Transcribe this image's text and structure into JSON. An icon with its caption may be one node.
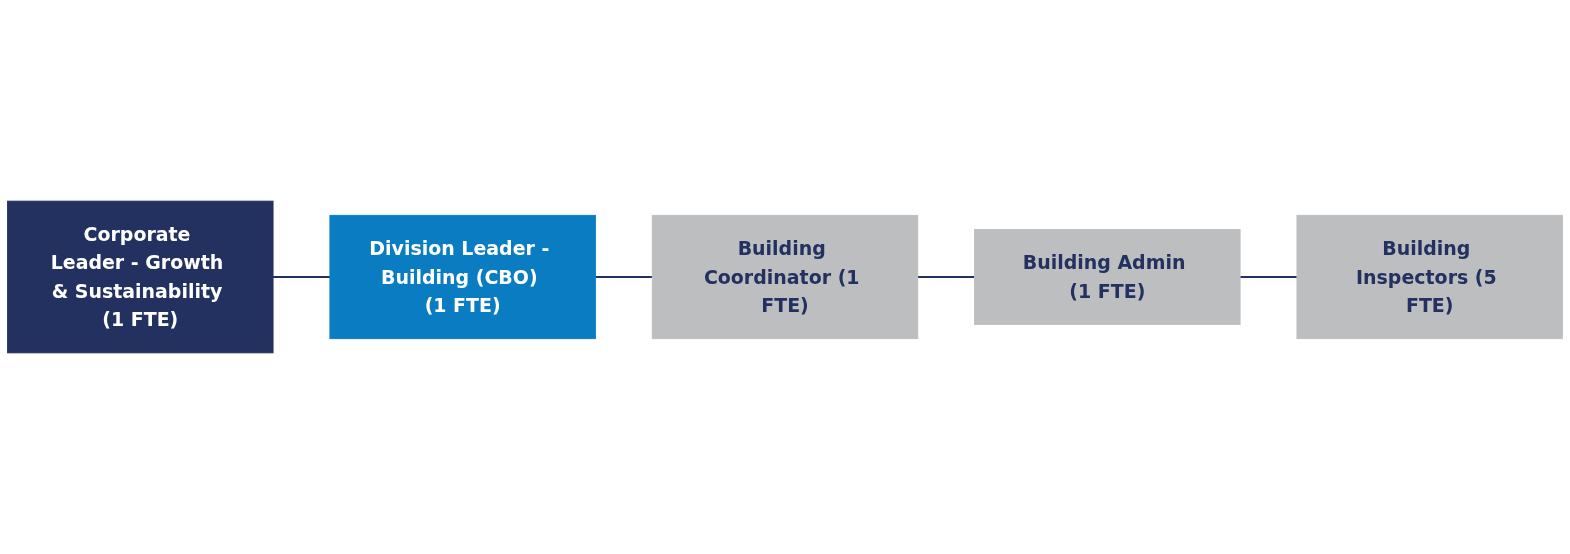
{
  "diagram": {
    "nodes": [
      {
        "text": [
          "Corporate Leader - Growth & Sustainability (1 FTE)"
        ]
      },
      {
        "text": [
          "Division Leader - Building (CBO) (1 FTE)"
        ]
      },
      {
        "text": [
          "Building Coordinator (1 FTE)"
        ]
      },
      {
        "text": [
          "Building Admin (1 FTE)"
        ]
      },
      {
        "text": [
          "Building Inspectors (5 FTE)"
        ]
      }
    ],
    "edges": [
      {
        "from": 0,
        "to": 1,
        "arrow": "none"
      },
      {
        "from": 1,
        "to": 2,
        "arrow": "none"
      },
      {
        "from": 2,
        "to": 3,
        "arrow": "none"
      },
      {
        "from": 3,
        "to": 4,
        "arrow": "none"
      }
    ]
  }
}
